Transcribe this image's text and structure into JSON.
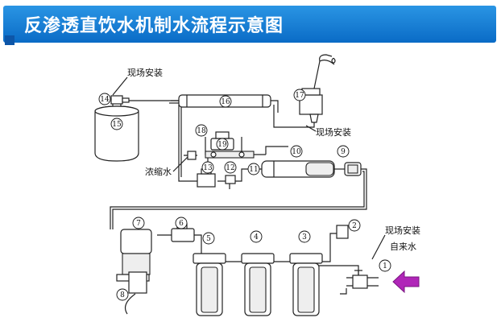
{
  "banner": {
    "title": "反渗透直饮水机制水流程示意图",
    "bar_color": "#1a80d8"
  },
  "labels": {
    "field_install_tank": "现场安装",
    "field_install_faucet": "现场安装",
    "field_install_inlet": "现场安装",
    "concentrate": "浓缩水",
    "tap_water": "自来水"
  },
  "components": [
    {
      "number": "1"
    },
    {
      "number": "2"
    },
    {
      "number": "3"
    },
    {
      "number": "4"
    },
    {
      "number": "5"
    },
    {
      "number": "6"
    },
    {
      "number": "7"
    },
    {
      "number": "8"
    },
    {
      "number": "9"
    },
    {
      "number": "10"
    },
    {
      "number": "11"
    },
    {
      "number": "12"
    },
    {
      "number": "13"
    },
    {
      "number": "14"
    },
    {
      "number": "15"
    },
    {
      "number": "16"
    },
    {
      "number": "17"
    },
    {
      "number": "18"
    },
    {
      "number": "19"
    }
  ],
  "arrow_color": "#b026b8"
}
